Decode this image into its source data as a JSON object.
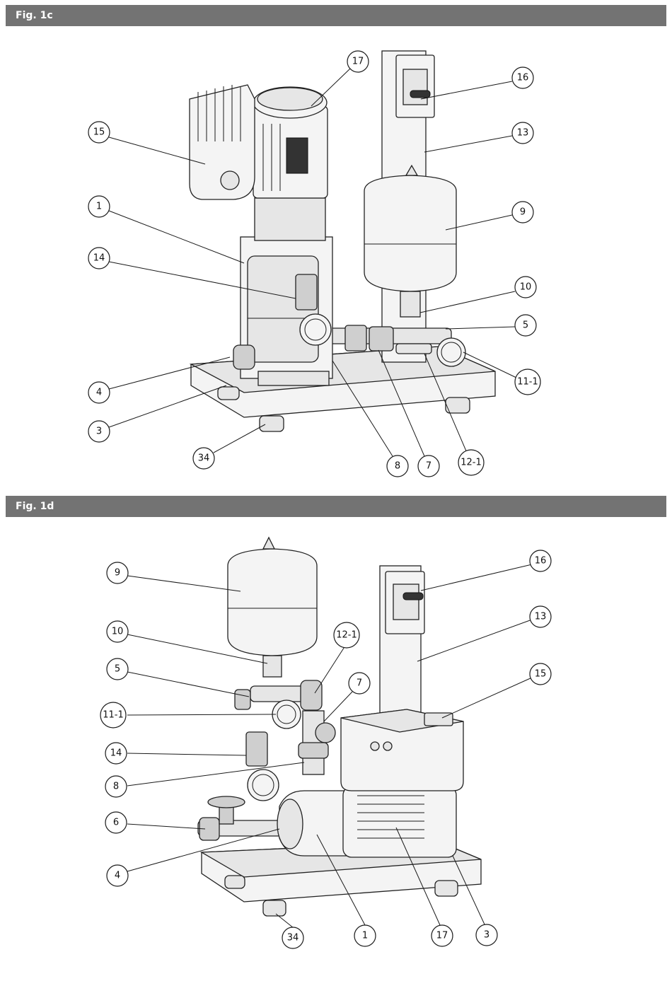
{
  "figures": [
    {
      "id": "fig-1c",
      "title": "Fig. 1c",
      "callouts": [
        {
          "label": "17"
        },
        {
          "label": "16"
        },
        {
          "label": "15"
        },
        {
          "label": "13"
        },
        {
          "label": "1"
        },
        {
          "label": "9"
        },
        {
          "label": "14"
        },
        {
          "label": "10"
        },
        {
          "label": "5"
        },
        {
          "label": "11-1"
        },
        {
          "label": "4"
        },
        {
          "label": "3"
        },
        {
          "label": "34"
        },
        {
          "label": "8"
        },
        {
          "label": "7"
        },
        {
          "label": "12-1"
        }
      ]
    },
    {
      "id": "fig-1d",
      "title": "Fig. 1d",
      "callouts": [
        {
          "label": "9"
        },
        {
          "label": "16"
        },
        {
          "label": "13"
        },
        {
          "label": "10"
        },
        {
          "label": "12-1"
        },
        {
          "label": "5"
        },
        {
          "label": "7"
        },
        {
          "label": "15"
        },
        {
          "label": "11-1"
        },
        {
          "label": "14"
        },
        {
          "label": "8"
        },
        {
          "label": "6"
        },
        {
          "label": "4"
        },
        {
          "label": "34"
        },
        {
          "label": "1"
        },
        {
          "label": "17"
        },
        {
          "label": "3"
        }
      ]
    }
  ]
}
